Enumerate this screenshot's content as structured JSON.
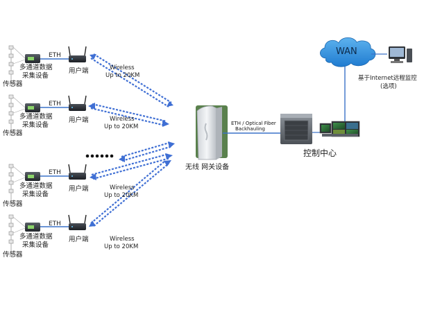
{
  "branches": [
    {
      "sensor_label": "传感器",
      "collector_label": [
        "多通道数据",
        "采集设备"
      ],
      "eth_label": "ETH",
      "user_label": "用户端",
      "wireless_label": [
        "Wireless",
        "Up to 20KM"
      ]
    },
    {
      "sensor_label": "传感器",
      "collector_label": [
        "多通道数据",
        "采集设备"
      ],
      "eth_label": "ETH",
      "user_label": "用户端",
      "wireless_label": [
        "Wireless",
        "Up to 20KM"
      ]
    },
    {
      "sensor_label": "传感器",
      "collector_label": [
        "多通道数据",
        "采集设备"
      ],
      "eth_label": "ETH",
      "user_label": "用户端",
      "wireless_label": [
        "Wireless",
        "Up to 20KM"
      ]
    },
    {
      "sensor_label": "传感器",
      "collector_label": [
        "多通道数据",
        "采集设备"
      ],
      "eth_label": "ETH",
      "user_label": "用户端",
      "wireless_label": [
        "Wireless",
        "Up to 20KM"
      ]
    }
  ],
  "gateway_label": "无线 网关设备",
  "backhaul_label": [
    "ETH / Optical Fiber",
    "Backhauling"
  ],
  "control_center_label": "控制中心",
  "wan_label": "WAN",
  "remote_monitor_label": [
    "基于Internet远程监控",
    "(选项)"
  ],
  "colors": {
    "wireless_link": "#3f6fd4",
    "eth_link": "#3a72c8",
    "wan_cloud": "#2a86d6"
  }
}
